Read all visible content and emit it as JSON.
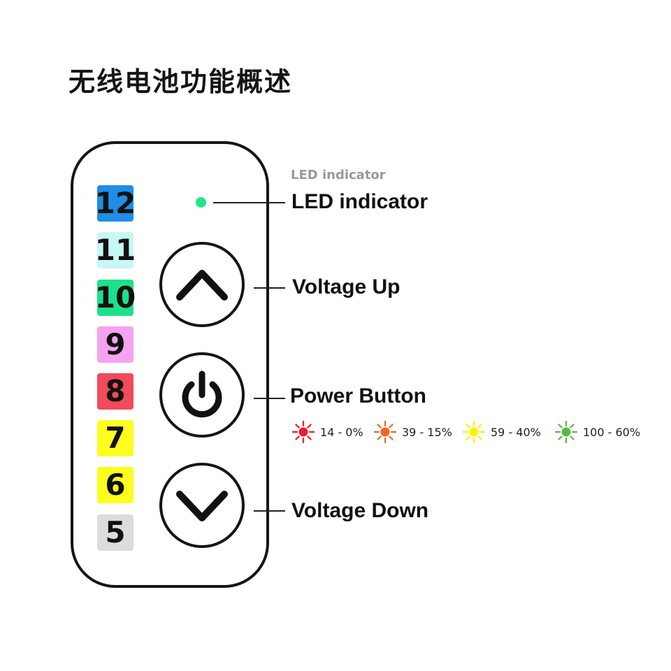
{
  "title": "无线电池功能概述",
  "levels": [
    {
      "label": "12",
      "color": "#1e8ee6"
    },
    {
      "label": "11",
      "color": "#c6f8f6"
    },
    {
      "label": "10",
      "color": "#1ee08a"
    },
    {
      "label": "9",
      "color": "#f5a3f0"
    },
    {
      "label": "8",
      "color": "#f14a5a"
    },
    {
      "label": "7",
      "color": "#fdfd1e"
    },
    {
      "label": "6",
      "color": "#fdfd1e"
    },
    {
      "label": "5",
      "color": "#dcdcdc"
    }
  ],
  "led": {
    "caption": "LED indicator",
    "label": "LED indicator",
    "color": "#1ee88a"
  },
  "buttons": {
    "up": {
      "label": "Voltage Up",
      "icon": "chevron-up-icon"
    },
    "power": {
      "label": "Power Button",
      "icon": "power-icon"
    },
    "down": {
      "label": "Voltage Down",
      "icon": "chevron-down-icon"
    }
  },
  "legend": [
    {
      "range": "14 - 0%",
      "color": "#ee1c25"
    },
    {
      "range": "39 - 15%",
      "color": "#f26522"
    },
    {
      "range": "59 - 40%",
      "color": "#fff200"
    },
    {
      "range": "100 - 60%",
      "color": "#58b947"
    }
  ]
}
